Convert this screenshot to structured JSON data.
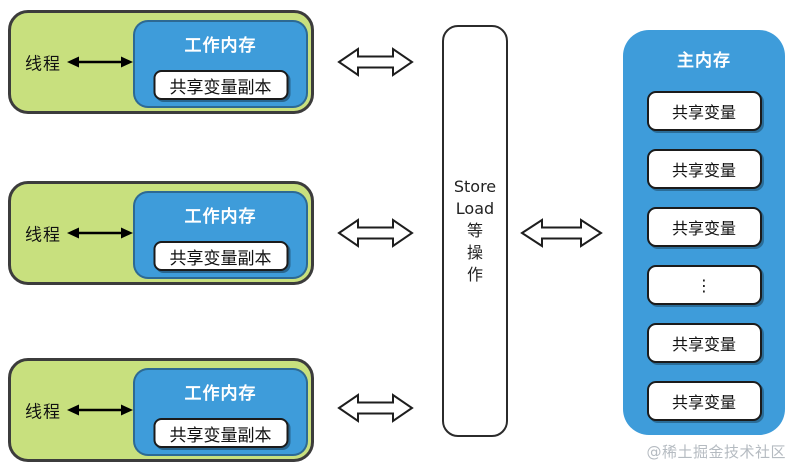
{
  "colors": {
    "thread_bg": "#c8e07e",
    "memory_bg": "#3e9cda",
    "outline": "#3c3c3c"
  },
  "thread_blocks": [
    {
      "thread_label": "线程",
      "work_memory_title": "工作内存",
      "shared_copy_label": "共享变量副本"
    },
    {
      "thread_label": "线程",
      "work_memory_title": "工作内存",
      "shared_copy_label": "共享变量副本"
    },
    {
      "thread_label": "线程",
      "work_memory_title": "工作内存",
      "shared_copy_label": "共享变量副本"
    }
  ],
  "operations_bus": {
    "lines": [
      "Store",
      "Load",
      "等",
      "操",
      "作"
    ]
  },
  "main_memory": {
    "title": "主内存",
    "slots": [
      "共享变量",
      "共享变量",
      "共享变量",
      "⋮",
      "共享变量",
      "共享变量"
    ]
  },
  "watermark": "@稀土掘金技术社区"
}
